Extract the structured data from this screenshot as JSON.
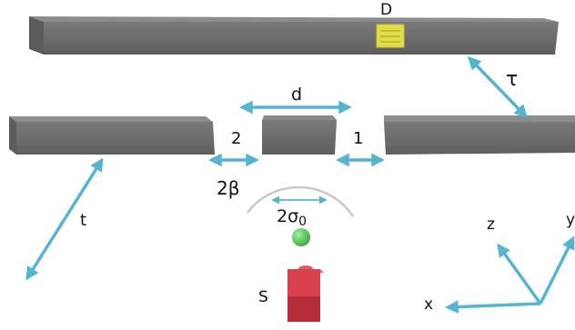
{
  "labels": {
    "detector": "D",
    "source": "S",
    "slit_separation": "d",
    "slit_1": "1",
    "slit_2": "2",
    "screen_thickness": "t",
    "detector_distance": "τ",
    "slit_width": "2β",
    "source_spread": "2σ",
    "source_spread_subscript": "0",
    "axis_x": "x",
    "axis_y": "y",
    "axis_z": "z"
  },
  "colors": {
    "arrow": "#56b4d3",
    "barrier_top": "#8a8a8a",
    "barrier_front": "#6f6f6f",
    "detector": "#e2dc46",
    "source": "#d8404c",
    "particle": "#58c85a",
    "distribution": "#c8c8c8"
  }
}
